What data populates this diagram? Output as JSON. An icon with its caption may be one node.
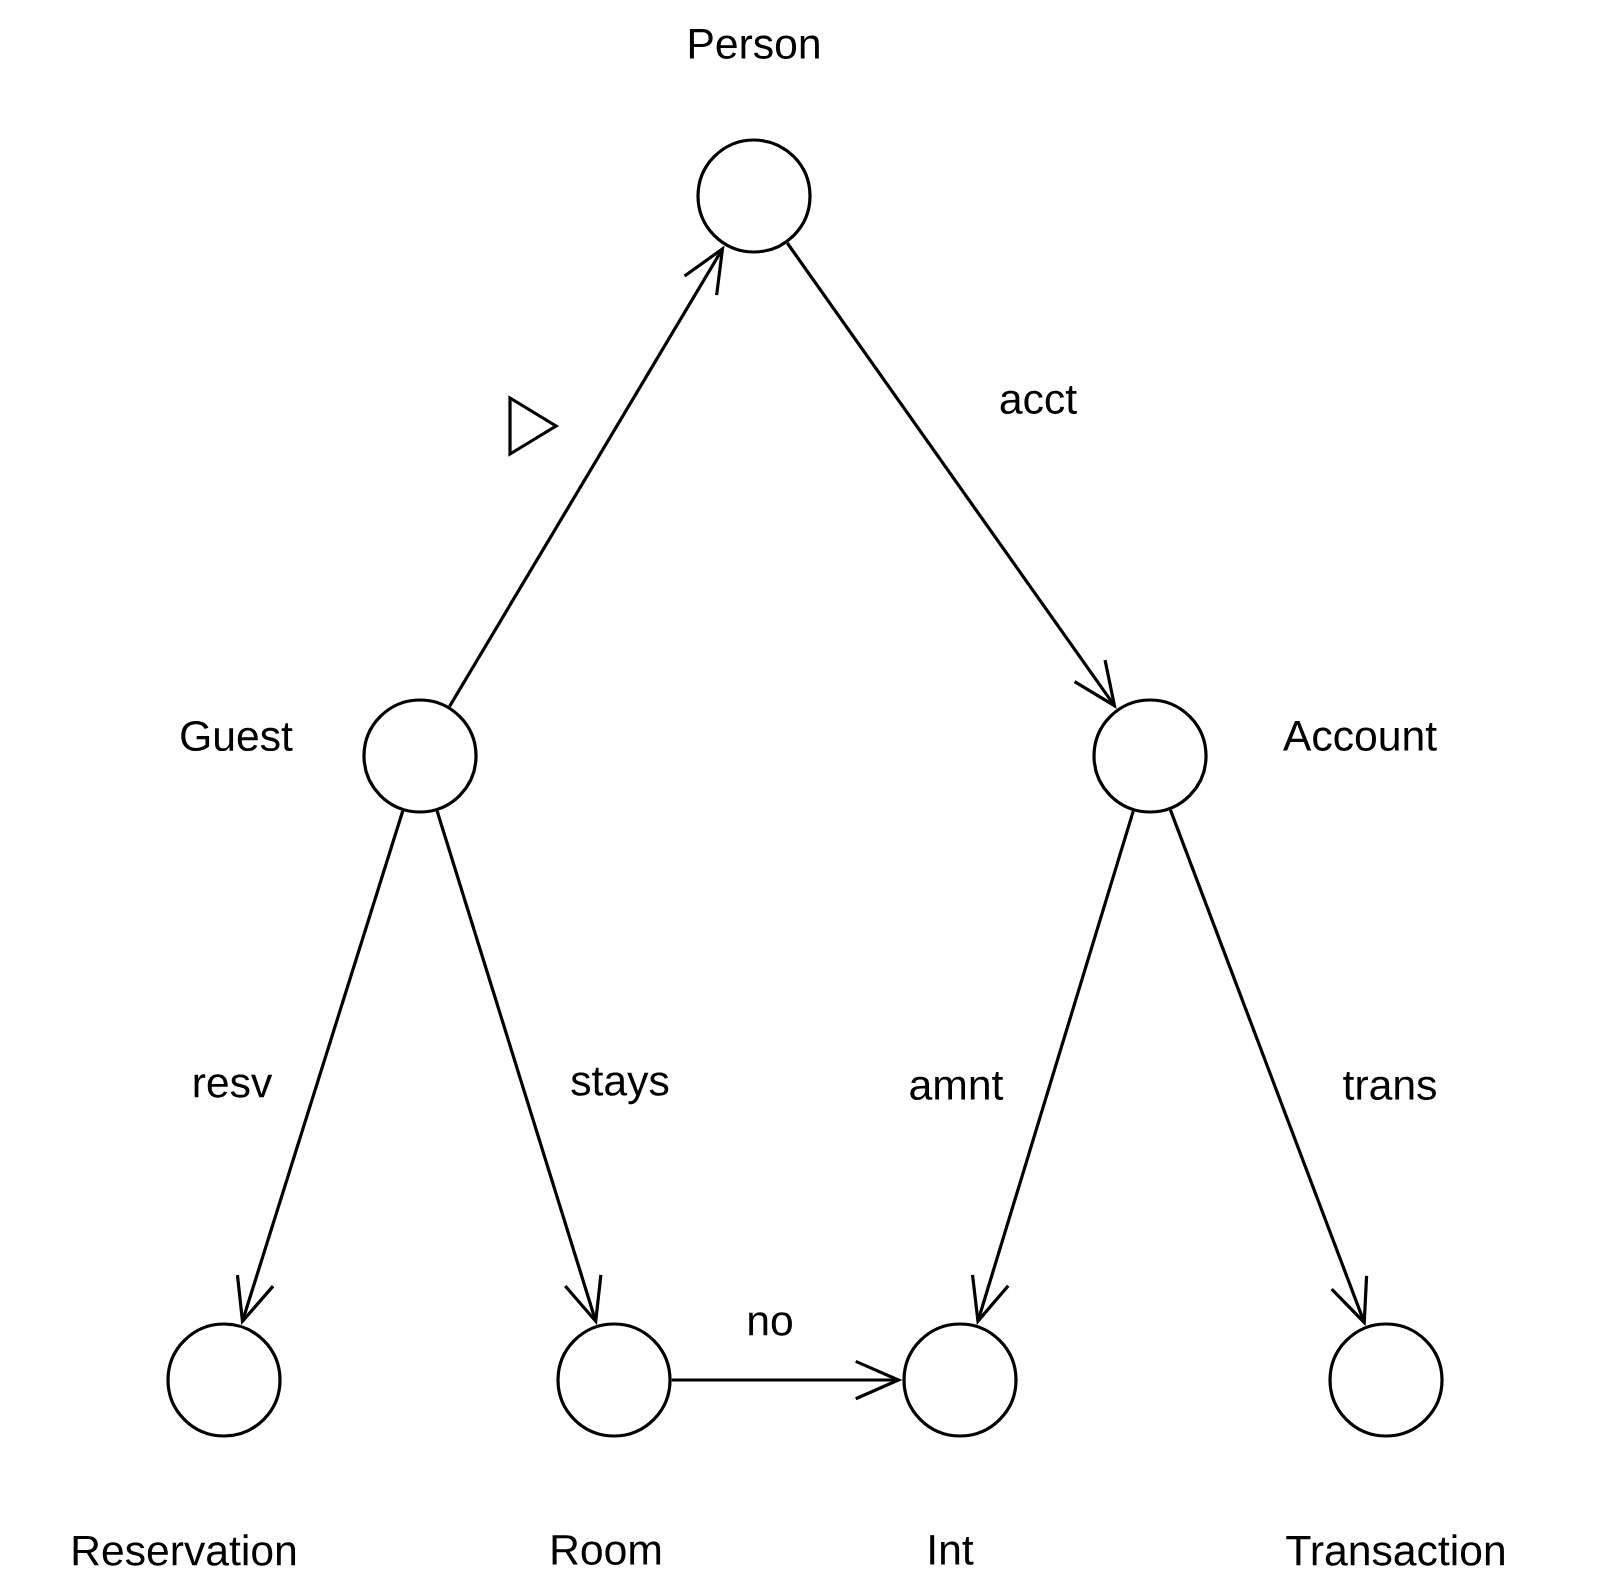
{
  "diagram": {
    "nodes": [
      {
        "text": [
          "Person"
        ]
      },
      {
        "text": [
          "Guest"
        ]
      },
      {
        "text": [
          "Account"
        ]
      },
      {
        "text": [
          "Reservation"
        ]
      },
      {
        "text": [
          "Room"
        ]
      },
      {
        "text": [
          "Int"
        ]
      },
      {
        "text": [
          "Transaction"
        ]
      }
    ],
    "edges": [
      {
        "from": 1,
        "to": 0,
        "arrow": "to"
      },
      {
        "from": 0,
        "to": 2,
        "arrow": "to",
        "label": "acct"
      },
      {
        "from": 1,
        "to": 3,
        "arrow": "to",
        "label": "resv"
      },
      {
        "from": 1,
        "to": 4,
        "arrow": "to",
        "label": "stays"
      },
      {
        "from": 2,
        "to": 5,
        "arrow": "to",
        "label": "amnt"
      },
      {
        "from": 2,
        "to": 6,
        "arrow": "to",
        "label": "trans"
      },
      {
        "from": 4,
        "to": 5,
        "arrow": "to",
        "label": "no"
      }
    ]
  }
}
